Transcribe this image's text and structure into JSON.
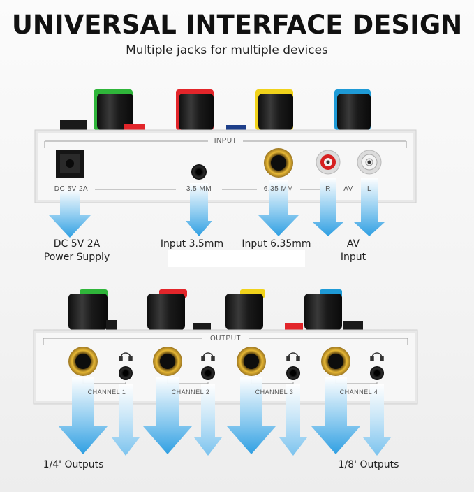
{
  "header": {
    "title": "UNIVERSAL INTERFACE DESIGN",
    "subtitle": "Multiple jacks for multiple devices"
  },
  "input_panel": {
    "label": "INPUT",
    "jack_labels": {
      "dc": "DC 5V 2A",
      "mm35": "3.5 MM",
      "mm635": "6.35 MM",
      "r": "R",
      "av": "AV",
      "l": "L"
    },
    "knob_colors": [
      "#2fb53a",
      "#e2252a",
      "#f0d21b",
      "#1e9ad6"
    ]
  },
  "input_captions": {
    "dc_line1": "DC 5V 2A",
    "dc_line2": "Power Supply",
    "mm35": "Input 3.5mm",
    "mm635": "Input 6.35mm",
    "av_line1": "AV",
    "av_line2": "Input"
  },
  "output_panel": {
    "label": "OUTPUT",
    "channels": [
      "CHANNEL 1",
      "CHANNEL 2",
      "CHANNEL 3",
      "CHANNEL 4"
    ],
    "knob_colors": [
      "#2fb53a",
      "#e2252a",
      "#f0d21b",
      "#1e9ad6"
    ]
  },
  "output_captions": {
    "quarter": "1/4' Outputs",
    "eighth": "1/8' Outputs"
  },
  "colors": {
    "arrow_blue": "#3fa9e6",
    "panel_face": "#f6f6f6",
    "knob_black": "#1b1b1b"
  }
}
